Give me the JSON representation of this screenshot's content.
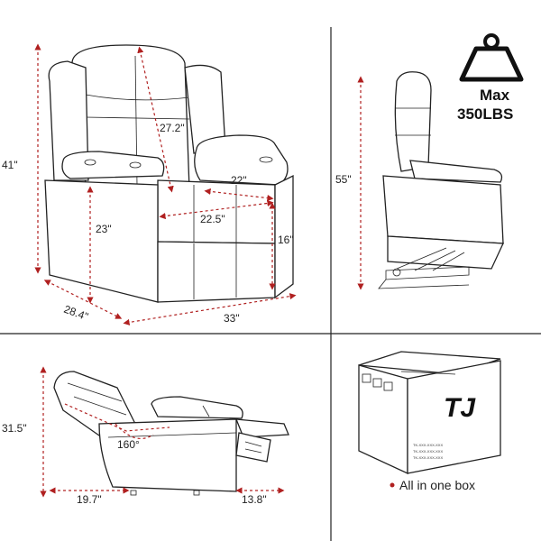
{
  "front_view": {
    "height": "41\"",
    "back_height": "27.2\"",
    "seat_width": "22.5\"",
    "seat_depth": "22\"",
    "seat_height": "23\"",
    "arm_height": "16\"",
    "depth": "28.4\"",
    "width": "33\""
  },
  "lift_view": {
    "lift_height": "55\"",
    "max_label": "Max",
    "max_weight": "350LBS"
  },
  "recline_view": {
    "height": "31.5\"",
    "angle": "160°",
    "back_clearance": "19.7\"",
    "front_clearance": "13.8\""
  },
  "box": {
    "caption": "All in one box",
    "brand_mark": "TJ",
    "label_lines": [
      "TK-XXX-XXX-XXX",
      "TK-XXX-XXX-XXX",
      "TK-XXX-XXX-XXX"
    ]
  }
}
